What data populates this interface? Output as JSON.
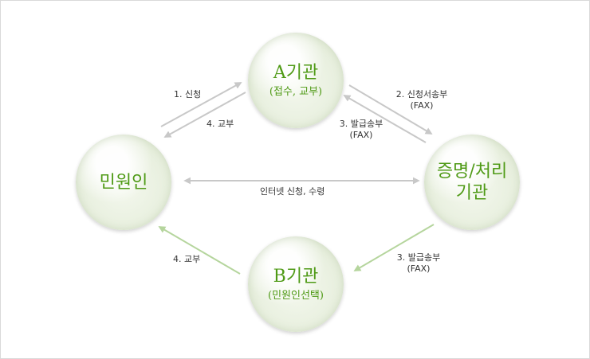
{
  "nodes": {
    "a": {
      "title": "A기관",
      "subtitle": "(접수, 교부)"
    },
    "citizen": {
      "title": "민원인"
    },
    "cert": {
      "title_line1": "증명/처리",
      "title_line2": "기관"
    },
    "b": {
      "title": "B기관",
      "subtitle": "(민원인선택)"
    }
  },
  "edges": {
    "citizen_to_a": "1. 신청",
    "a_to_citizen": "4. 교부",
    "a_to_cert_line1": "2. 신청서송부",
    "a_to_cert_line2": "(FAX)",
    "cert_to_a_line1": "3. 발급송부",
    "cert_to_a_line2": "(FAX)",
    "internet": "인터넷 신청, 수령",
    "cert_to_b_line1": "3. 발급송부",
    "cert_to_b_line2": "(FAX)",
    "b_to_citizen": "4. 교부"
  },
  "colors": {
    "node_text": "#4f9a16",
    "gray_arrow": "#c8c8c8",
    "green_arrow": "#b5d59d"
  }
}
